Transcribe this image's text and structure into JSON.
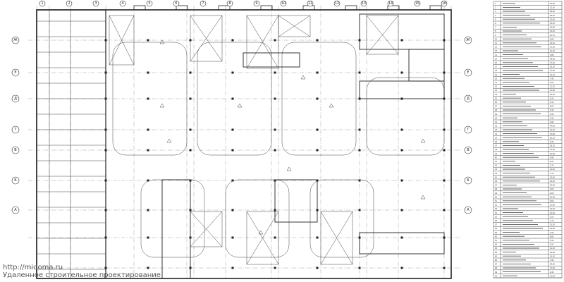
{
  "watermark": {
    "url": "http://midoma.ru",
    "caption": "Удаленное строительное проектирование"
  },
  "plan": {
    "column_letters": [
      "Ж",
      "Е",
      "Д",
      "Г",
      "В",
      "Б",
      "А"
    ],
    "column_numbers": [
      "1",
      "2",
      "3",
      "4",
      "5",
      "6",
      "7",
      "8",
      "9",
      "10",
      "11",
      "12",
      "13",
      "14",
      "15",
      "16"
    ]
  },
  "schedule": {
    "rows": [
      {
        "n": "1",
        "v": "40,00"
      },
      {
        "n": "2",
        "v": "12,30"
      },
      {
        "n": "3",
        "v": "95,40"
      },
      {
        "n": "4",
        "v": "18,20"
      },
      {
        "n": "5",
        "v": "22,60"
      },
      {
        "n": "6",
        "v": "30,50"
      },
      {
        "n": "7",
        "v": "45,80"
      },
      {
        "n": "8",
        "v": "16,40"
      },
      {
        "n": "9",
        "v": "12,70"
      },
      {
        "n": "10",
        "v": "8,90"
      },
      {
        "n": "11",
        "v": "14,20"
      },
      {
        "n": "12",
        "v": "21,30"
      },
      {
        "n": "13",
        "v": "10,50"
      },
      {
        "n": "14",
        "v": "9,80"
      },
      {
        "n": "15",
        "v": "48,60"
      },
      {
        "n": "16",
        "v": "17,40"
      },
      {
        "n": "17",
        "v": "26,30"
      },
      {
        "n": "18",
        "v": "31,90"
      },
      {
        "n": "19",
        "v": "12,10"
      },
      {
        "n": "20",
        "v": "7,40"
      },
      {
        "n": "21",
        "v": "6,50"
      },
      {
        "n": "22",
        "v": "11,20"
      },
      {
        "n": "23",
        "v": "15,60"
      },
      {
        "n": "24",
        "v": "19,30"
      },
      {
        "n": "25",
        "v": "3,20"
      },
      {
        "n": "26",
        "v": "4,10"
      },
      {
        "n": "27",
        "v": "8,60"
      },
      {
        "n": "28",
        "v": "5,40"
      },
      {
        "n": "29",
        "v": "1,80"
      },
      {
        "n": "30",
        "v": "2,30"
      },
      {
        "n": "31",
        "v": "6,90"
      },
      {
        "n": "32",
        "v": "44,50"
      },
      {
        "n": "33",
        "v": "15,20"
      },
      {
        "n": "34",
        "v": "13,80"
      },
      {
        "n": "35",
        "v": "20,10"
      },
      {
        "n": "36",
        "v": "9,30"
      },
      {
        "n": "37",
        "v": "18,70"
      },
      {
        "n": "38",
        "v": "13,40"
      },
      {
        "n": "39",
        "v": "10,60"
      },
      {
        "n": "40",
        "v": "4,90"
      },
      {
        "n": "41",
        "v": "6,20"
      },
      {
        "n": "42",
        "v": "3,70"
      },
      {
        "n": "43",
        "v": "12,90"
      },
      {
        "n": "44",
        "v": "7,10"
      },
      {
        "n": "45",
        "v": "20,80"
      },
      {
        "n": "46",
        "v": "16,30"
      },
      {
        "n": "47",
        "v": "35,20"
      },
      {
        "n": "48",
        "v": "5,60"
      },
      {
        "n": "49",
        "v": "8,20"
      },
      {
        "n": "50",
        "v": "14,90"
      },
      {
        "n": "51",
        "v": "8,00"
      },
      {
        "n": "52",
        "v": "11,60"
      },
      {
        "n": "53",
        "v": "14,40"
      },
      {
        "n": "54",
        "v": "16,90"
      },
      {
        "n": "55",
        "v": "3,50"
      },
      {
        "n": "56",
        "v": "7,70"
      },
      {
        "n": "57",
        "v": "15,50"
      },
      {
        "n": "58",
        "v": "18,80"
      },
      {
        "n": "59",
        "v": "2,90"
      },
      {
        "n": "60",
        "v": "6,60"
      },
      {
        "n": "61",
        "v": "3,30"
      },
      {
        "n": "62",
        "v": "9,10"
      },
      {
        "n": "63",
        "v": "12,50"
      },
      {
        "n": "64",
        "v": "19,90"
      },
      {
        "n": "65",
        "v": "13,10"
      },
      {
        "n": "66",
        "v": "7,90"
      },
      {
        "n": "67",
        "v": "24,20"
      },
      {
        "n": "68",
        "v": "17,80"
      },
      {
        "n": "69",
        "v": "4,40"
      },
      {
        "n": "70",
        "v": "11,40"
      }
    ]
  }
}
